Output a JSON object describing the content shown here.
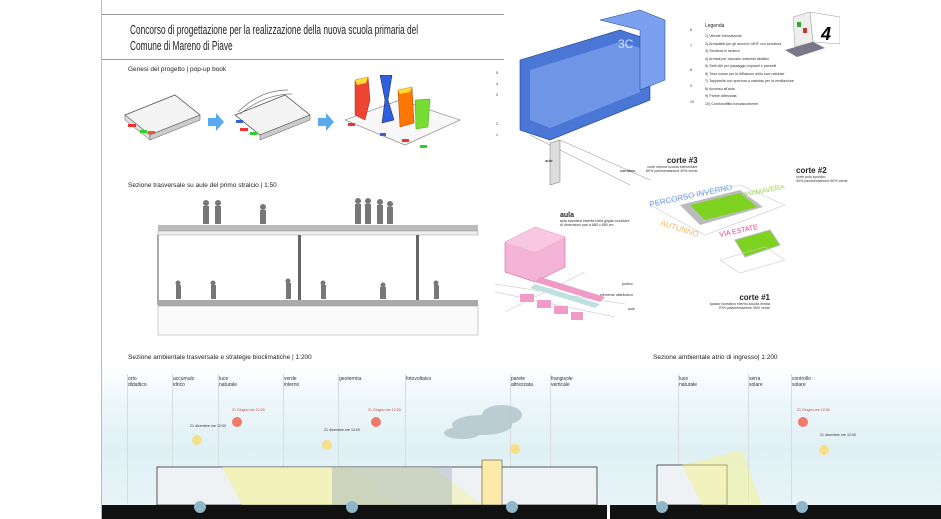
{
  "title": {
    "line1": "Concorso di progettazione per la realizzazione della nuova scuola primaria del",
    "line2": "Comune di Mareno di Piave"
  },
  "sections": {
    "genesi": "Genesi del progetto | pop-up book",
    "sezione_trasversale": "Sezione trasversale su aule del primo stralcio | 1:50",
    "sezione_ambientale": "Sezione ambientale trasversale e strategie bioclimatiche | 1:200",
    "sezione_atrio": "Sezione ambientale atrio di ingresso| 1:200"
  },
  "legend": {
    "title": "Legenda",
    "items": [
      "1) Vetrate fotovoltaiche",
      "2) Armadietti per gli alunni in MDF con serratura",
      "3) Struttura in lamiera",
      "4) Armadi per deposito materiali didattici",
      "5) Setti utili per passaggio impianti e pannelli",
      "6) Tubo solare per la diffusione della luce naturale",
      "7) Tapparelle con apertura a vasistas per la ventilazione",
      "8) Accesso all'aula",
      "9) Parete attrezzata",
      "10) Controsoffitto fonoassorbente"
    ]
  },
  "axon_numbers_left": [
    "5",
    "4",
    "3",
    "2",
    "1"
  ],
  "axon_numbers_right": [
    "6",
    "7",
    "8",
    "9",
    "10"
  ],
  "axon_labels": {
    "aule": "aule",
    "corridoio": "corridoio",
    "sign": "3C"
  },
  "aula": {
    "title": "aula",
    "desc1": "aula standard inserita nella griglia modulare",
    "desc2": "di dimensioni pari a 880 x 880 cm",
    "portico": "portico",
    "elemento": "elemento distributivo",
    "aule": "aule"
  },
  "corti": [
    {
      "title": "corte #3",
      "l1": "corte interna scuola elementare",
      "l2": "60% pavimentazione 40% verde"
    },
    {
      "title": "corte #2",
      "l1": "corte polo sportivo",
      "l2": "40% pavimentazione 60% verde"
    },
    {
      "title": "corte #1",
      "l1": "spazio ricreativo interno scuola media",
      "l2": "70% pavimentazione 30% verde"
    }
  ],
  "court_words": {
    "inverno": "PERCORSO INVERNO",
    "primavera": "PRIMAVERA",
    "autunno": "AUTUNNO",
    "estate": "VIA ESTATE"
  },
  "bio_labels": [
    {
      "l1": "orto",
      "l2": "didattico"
    },
    {
      "l1": "accumulo",
      "l2": "idrico"
    },
    {
      "l1": "luce",
      "l2": "naturale"
    },
    {
      "l1": "verde",
      "l2": "interno"
    },
    {
      "l1": "geotermia",
      "l2": ""
    },
    {
      "l1": "fotovoltaico",
      "l2": ""
    },
    {
      "l1": "parete",
      "l2": "attrezzata"
    },
    {
      "l1": "frangisole",
      "l2": "verticale"
    }
  ],
  "atrio_labels": [
    {
      "l1": "luce",
      "l2": "naturale"
    },
    {
      "l1": "serra",
      "l2": "solare"
    },
    {
      "l1": "controllo",
      "l2": "solare"
    }
  ],
  "sun_notes": {
    "giugno": "21 Giugno ore 12:00",
    "dicembre": "21 dicembre ore 12:00"
  },
  "colors": {
    "blue": "#3a6fd8",
    "pink": "#e77fb7",
    "green": "#7ed321",
    "sun_red": "#f07a6a",
    "sun_yellow": "#f5e08a"
  }
}
